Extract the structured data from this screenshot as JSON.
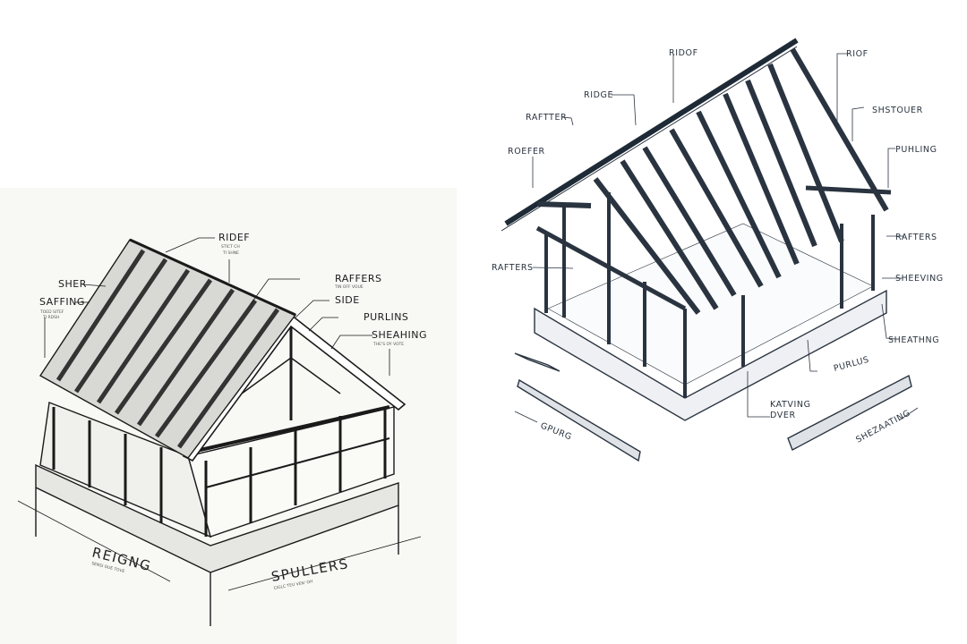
{
  "left_diagram": {
    "labels": {
      "ridef": "RIDEF",
      "ridef_sub1": "STICT CH",
      "ridef_sub2": "TI SHNE",
      "sher": "SHER",
      "saffing": "SAFFING",
      "saffing_sub1": "TOED SITEF",
      "saffing_sub2": "TI RDSH",
      "raffers": "RAFFERS",
      "raffers_sub": "TIN OFF VOUE",
      "side": "SIDE",
      "purlins": "PURLINS",
      "sheahing": "SHEAHING",
      "sheahing_sub": "THE'S OY VOTE",
      "reigng": "REIGNG",
      "reigng_sub": "SENSI GUE TOVE",
      "spullers": "SPULLERS",
      "spullers_sub": "CIGLC TEU VEN' OH"
    }
  },
  "right_diagram": {
    "labels": {
      "ridof": "RIDOF",
      "riof": "RIOF",
      "ridge": "RIDGE",
      "raftter": "RAFTTER",
      "roefer": "ROEFER",
      "shstouer": "SHSTOUER",
      "puhling": "PUHLING",
      "rafters_right": "RAFTERS",
      "rafters_left": "RAFTERS",
      "sheeving": "SHEEVING",
      "sheathng": "SHEATHNG",
      "purlus": "PURLUS",
      "katving": "KATVING",
      "dver": "DVER",
      "gpurg": "GPURG",
      "shezaating": "SHEZAATING"
    }
  },
  "colors": {
    "left_ink": "#1a1a1a",
    "right_ink": "#2a3440",
    "left_bg": "#f8f9f5"
  }
}
